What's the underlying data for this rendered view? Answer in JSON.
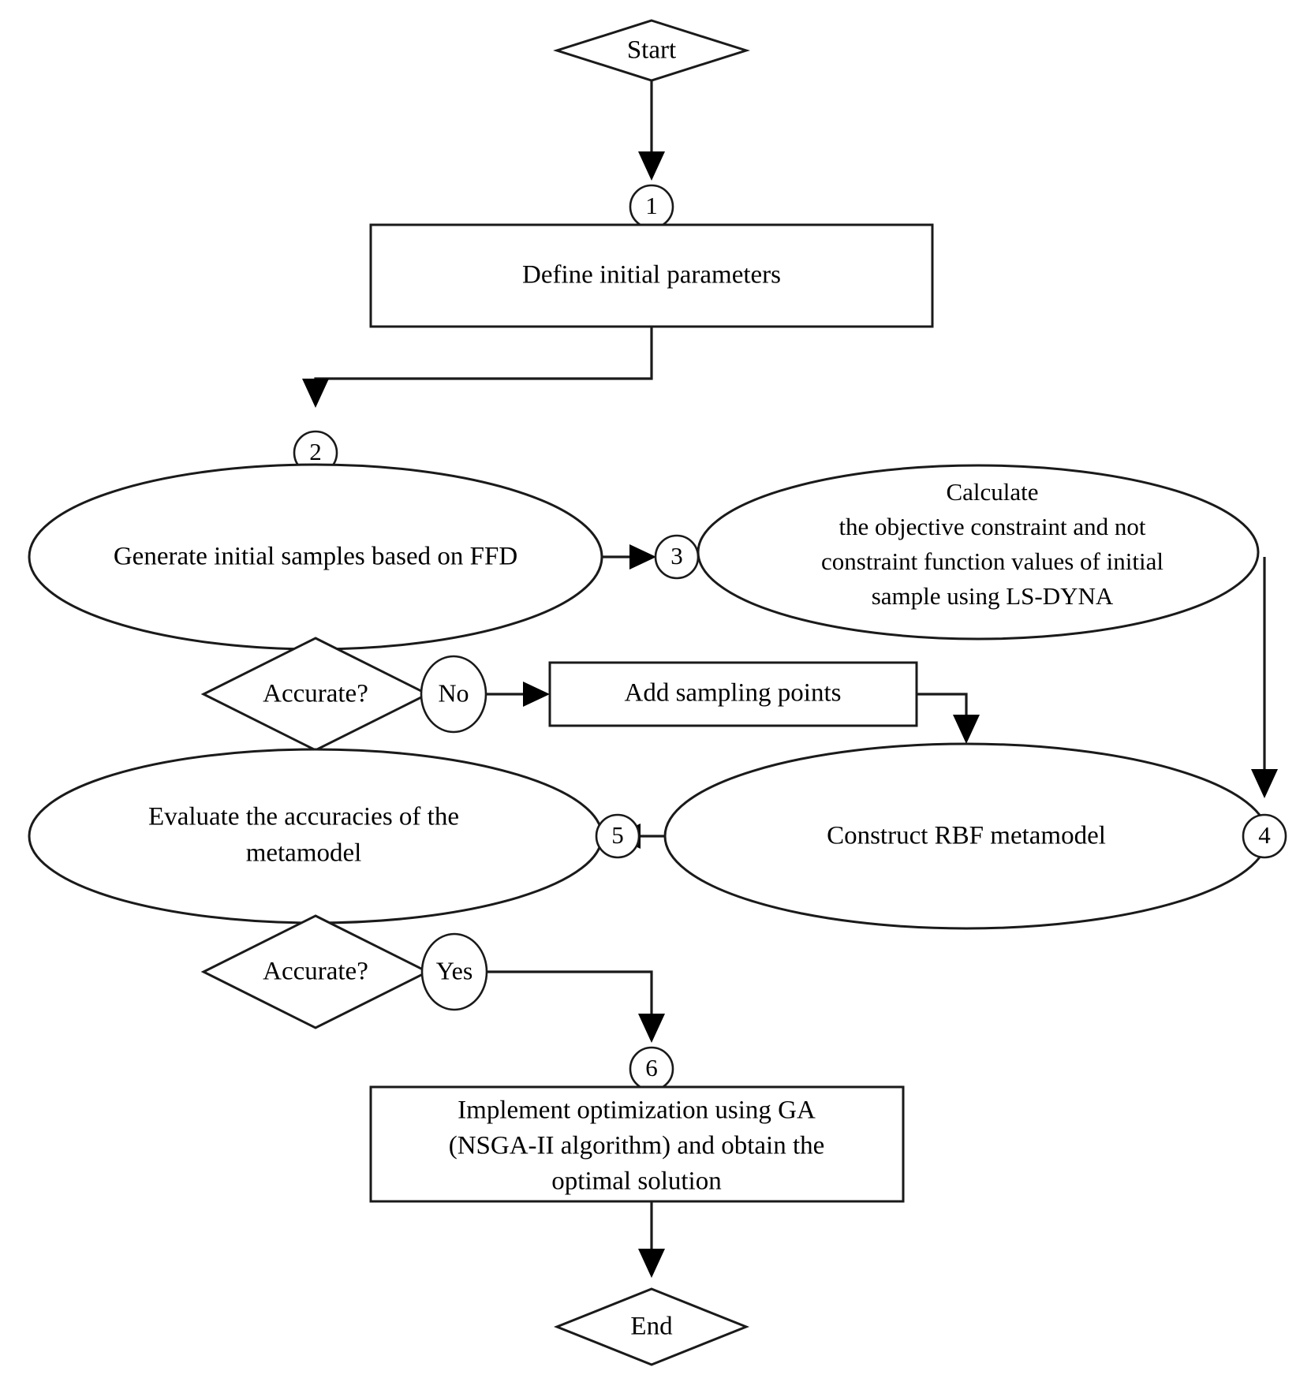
{
  "diagram": {
    "title": "Metamodel-based multi-objective optimization flowchart",
    "background_color": "#ffffff",
    "stroke_color": "#1a1a1a",
    "text_color": "#000000"
  },
  "nodes": {
    "start": {
      "label": "Start",
      "shape": "diamond"
    },
    "define_params": {
      "label": "Define initial parameters",
      "shape": "rectangle"
    },
    "generate_samples": {
      "label": "Generate initial samples based on FFD",
      "shape": "ellipse"
    },
    "calculate": {
      "shape": "ellipse",
      "line1": "Calculate",
      "line2": "the objective constraint and not",
      "line3": "constraint function values of initial",
      "line4": "sample using LS-DYNA"
    },
    "accurate_1": {
      "label": "Accurate?",
      "shape": "diamond"
    },
    "add_points": {
      "label": "Add sampling points",
      "shape": "rectangle"
    },
    "evaluate": {
      "shape": "ellipse",
      "line1": "Evaluate the accuracies of the",
      "line2": "metamodel"
    },
    "construct_rbf": {
      "label": "Construct RBF metamodel",
      "shape": "ellipse"
    },
    "accurate_2": {
      "label": "Accurate?",
      "shape": "diamond"
    },
    "implement_opt": {
      "shape": "rectangle",
      "line1": "Implement optimization using GA",
      "line2": "(NSGA-II algorithm) and obtain the",
      "line3": "optimal solution"
    },
    "end": {
      "label": "End",
      "shape": "diamond"
    }
  },
  "edge_labels": {
    "no": "No",
    "yes": "Yes"
  },
  "connector_tags": {
    "tag1": "1",
    "tag2": "2",
    "tag3": "3",
    "tag4": "4",
    "tag5": "5",
    "tag6": "6"
  }
}
